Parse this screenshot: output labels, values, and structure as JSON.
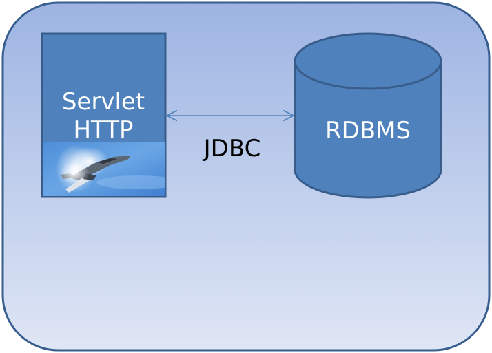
{
  "diagram": {
    "container": {
      "fill_top": "#9db4e2",
      "fill_bottom": "#dfe6f5",
      "stroke": "#375e8e"
    },
    "servlet_box": {
      "line1": "Servlet",
      "line2": "HTTP",
      "fill": "#4f81bd",
      "stroke": "#385d8a",
      "text_color": "#ffffff",
      "image": "fighter-jet-photo"
    },
    "connector": {
      "label": "JDBC",
      "type": "bidirectional-arrow",
      "color": "#4f81bd",
      "label_color": "#000000"
    },
    "database": {
      "label": "RDBMS",
      "shape": "cylinder",
      "fill": "#4f81bd",
      "stroke": "#385d8a",
      "text_color": "#ffffff"
    }
  }
}
